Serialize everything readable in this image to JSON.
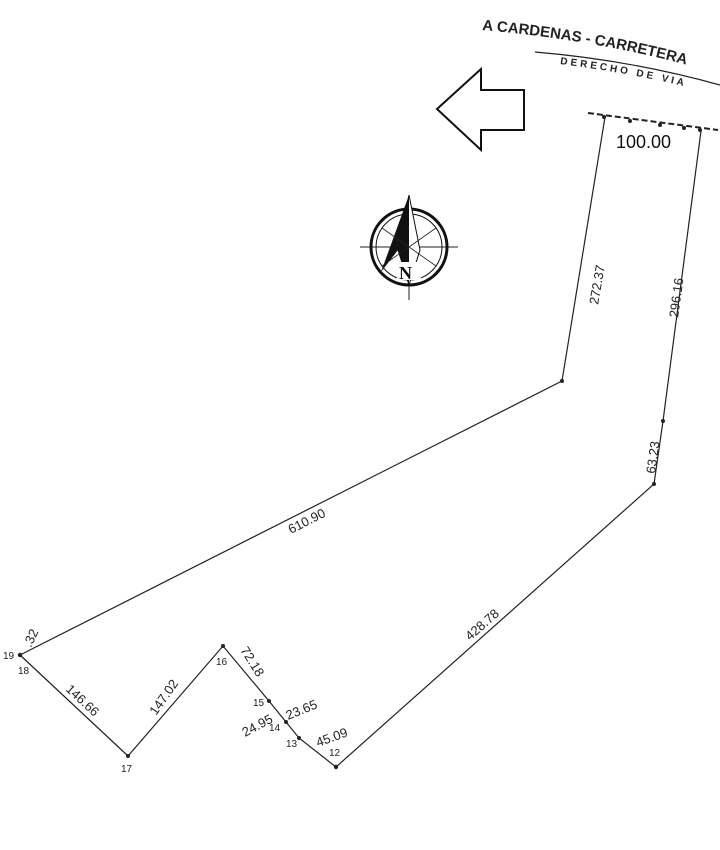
{
  "road": {
    "name": "A CARDENAS - CARRETERA",
    "right_of_way": "DERECHO DE VIA"
  },
  "icons": {
    "direction_arrow": "arrow-left-outline-icon",
    "north_rose": "north-compass-rose-icon",
    "north_letter": "N"
  },
  "boundary": {
    "front": "100.00",
    "edges": {
      "e_272": "272.37",
      "e_296": "296.16",
      "e_63": "63.23",
      "e_610": "610.90",
      "e_428": "428.78",
      "e_45": "45.09",
      "e_23": "23.65",
      "e_24": "24.95",
      "e_72": "72.18",
      "e_147": "147.02",
      "e_146": "146.66",
      "e_32": ".32"
    },
    "vertices": {
      "v12": "12",
      "v13": "13",
      "v14": "14",
      "v15": "15",
      "v16": "16",
      "v17": "17",
      "v18": "18",
      "v19": "19"
    }
  },
  "colors": {
    "line": "#222222",
    "background": "#ffffff"
  }
}
